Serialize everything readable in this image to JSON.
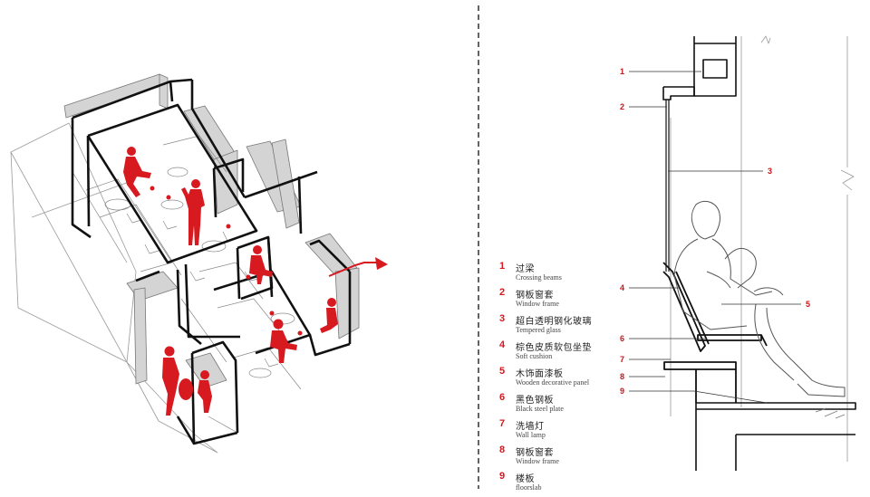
{
  "colors": {
    "accent_red": "#d71920",
    "line_dark": "#111111",
    "line_gray": "#8a8a8a",
    "panel_gray": "#cfcfcf"
  },
  "legend": [
    {
      "num": "1",
      "zh": "过梁",
      "en": "Crossing beams"
    },
    {
      "num": "2",
      "zh": "钢板窗套",
      "en": "Window frame"
    },
    {
      "num": "3",
      "zh": "超白透明钢化玻璃",
      "en": "Tempered glass"
    },
    {
      "num": "4",
      "zh": "棕色皮质软包坐垫",
      "en": "Soft cushion"
    },
    {
      "num": "5",
      "zh": "木饰面漆板",
      "en": "Wooden decorative panel"
    },
    {
      "num": "6",
      "zh": "黑色钢板",
      "en": "Black steel plate"
    },
    {
      "num": "7",
      "zh": "洗墙灯",
      "en": "Wall lamp"
    },
    {
      "num": "8",
      "zh": "钢板窗套",
      "en": "Window frame"
    },
    {
      "num": "9",
      "zh": "楼板",
      "en": "floorslab"
    }
  ],
  "callouts": [
    "1",
    "2",
    "3",
    "4",
    "5",
    "6",
    "7",
    "8",
    "9"
  ]
}
